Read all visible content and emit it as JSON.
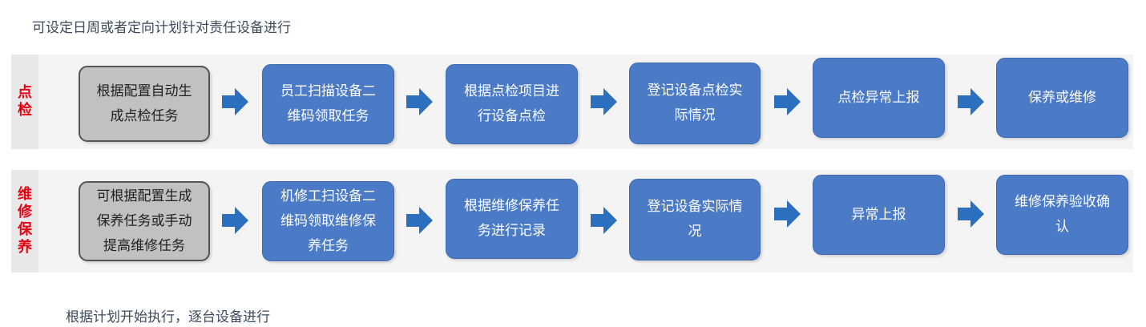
{
  "top_caption": "可设定日周或者定向计划针对责任设备进行",
  "bottom_caption": "根据计划开始执行，逐台设备进行",
  "rows": [
    {
      "label_chars": [
        "点",
        "检"
      ],
      "steps": [
        "根据配置自动生\n成点检任务",
        "员工扫描设备二\n维码领取任务",
        "根据点检项目进\n行设备点检",
        "登记设备点检实\n际情况",
        "点检异常上报",
        "保养或维修"
      ]
    },
    {
      "label_chars": [
        "维",
        "修",
        "保",
        "养"
      ],
      "steps": [
        "可根据配置生成\n保养任务或手动\n提高维修任务",
        "机修工扫设备二\n维码领取维修保\n养任务",
        "根据维修保养任\n务进行记录",
        "登记设备实际情\n况",
        "异常上报",
        "维修保养验收确\n认"
      ]
    }
  ],
  "colors": {
    "step_blue": "#4b7bc7",
    "start_gray": "#c1c1c1",
    "arrow_blue": "#2c6fbe",
    "label_red": "#e60012"
  },
  "icons": {
    "connector": "right-arrow-icon"
  }
}
